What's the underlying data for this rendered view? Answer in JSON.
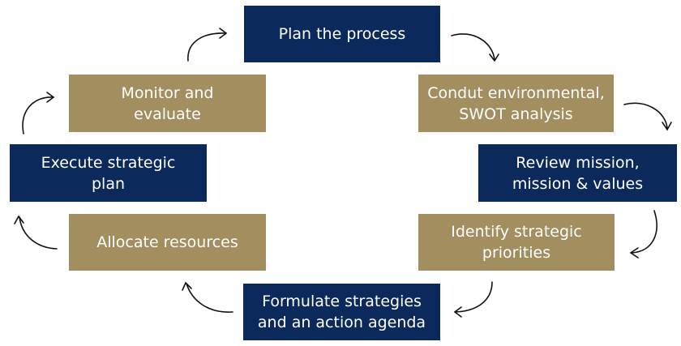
{
  "steps": {
    "plan_the_process": "Plan the process",
    "condut_environmental": "Condut environmental,\nSWOT analysis",
    "review_mission": "Review mission,\nmission & values",
    "identify_priorities": "Identify strategic\npriorities",
    "formulate_strategies": "Formulate strategies\nand an action agenda",
    "allocate_resources": "Allocate resources",
    "execute_plan": "Execute strategic\nplan",
    "monitor_evaluate": "Monitor and\nevaluate"
  },
  "colors": {
    "navy": "#0b2a5b",
    "gold": "#a28e5f",
    "arrow": "#111111"
  }
}
